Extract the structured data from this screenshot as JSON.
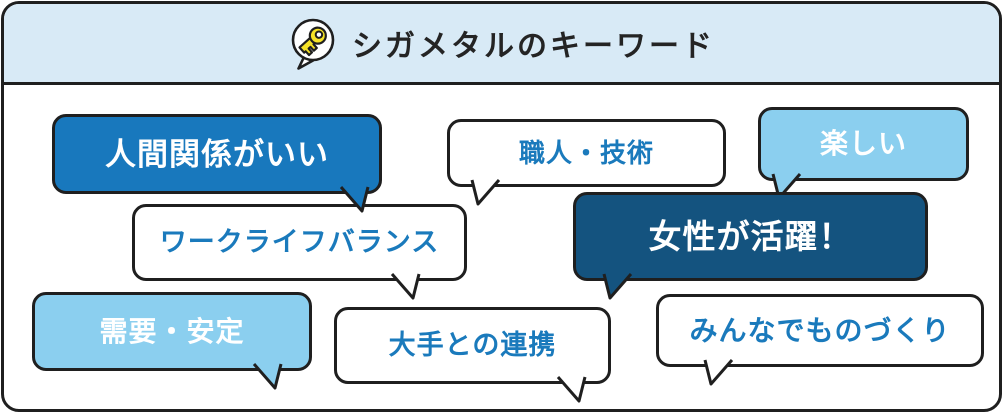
{
  "header": {
    "title": "シガメタルのキーワード",
    "icon": "key-in-speech-bubble"
  },
  "bubbles": [
    {
      "label": "人間関係がいい",
      "variant": "mid-blue",
      "tail": "bottom-right"
    },
    {
      "label": "職人・技術",
      "variant": "white",
      "tail": "bottom-left"
    },
    {
      "label": "楽しい",
      "variant": "light-blue",
      "tail": "bottom-left"
    },
    {
      "label": "ワークライフバランス",
      "variant": "white",
      "tail": "bottom-right"
    },
    {
      "label": "女性が活躍！",
      "variant": "dark-blue",
      "tail": "bottom-left"
    },
    {
      "label": "需要・安定",
      "variant": "light-blue",
      "tail": "bottom-right"
    },
    {
      "label": "大手との連携",
      "variant": "white",
      "tail": "bottom-right"
    },
    {
      "label": "みんなでものづくり",
      "variant": "white",
      "tail": "bottom-left"
    }
  ],
  "colors": {
    "ink": "#1f1f1f",
    "header_bg": "#d8eaf6",
    "blue_mid": "#1878bd",
    "blue_dark": "#14537f",
    "blue_light": "#8bcfef",
    "text_blue": "#1a7abc",
    "key_yellow": "#f6e327"
  }
}
